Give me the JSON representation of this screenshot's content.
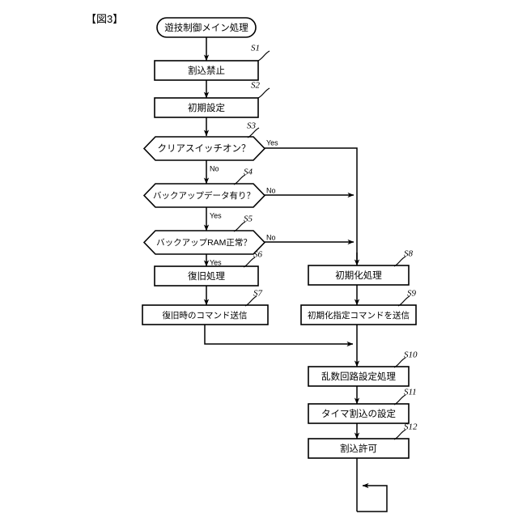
{
  "figure": {
    "label": "【図3】"
  },
  "flowchart": {
    "type": "flowchart",
    "start": {
      "id": "start",
      "shape": "terminator",
      "text": "遊技制御メイン処理"
    },
    "nodes": [
      {
        "id": "S1",
        "shape": "process",
        "step": "S1",
        "text": "割込禁止"
      },
      {
        "id": "S2",
        "shape": "process",
        "step": "S2",
        "text": "初期設定"
      },
      {
        "id": "S3",
        "shape": "decision",
        "step": "S3",
        "text": "クリアスイッチオン？",
        "yes": "Yes",
        "no": "No"
      },
      {
        "id": "S4",
        "shape": "decision",
        "step": "S4",
        "text": "バックアップデータ有り？",
        "yes": "Yes",
        "no": "No"
      },
      {
        "id": "S5",
        "shape": "decision",
        "step": "S5",
        "text": "バックアップRAM正常？",
        "yes": "Yes",
        "no": "No"
      },
      {
        "id": "S6",
        "shape": "process",
        "step": "S6",
        "text": "復旧処理"
      },
      {
        "id": "S7",
        "shape": "process",
        "step": "S7",
        "text": "復旧時のコマンド送信"
      },
      {
        "id": "S8",
        "shape": "process",
        "step": "S8",
        "text": "初期化処理"
      },
      {
        "id": "S9",
        "shape": "process",
        "step": "S9",
        "text": "初期化指定コマンドを送信"
      },
      {
        "id": "S10",
        "shape": "process",
        "step": "S10",
        "text": "乱数回路設定処理"
      },
      {
        "id": "S11",
        "shape": "process",
        "step": "S11",
        "text": "タイマ割込の設定"
      },
      {
        "id": "S12",
        "shape": "process",
        "step": "S12",
        "text": "割込許可"
      }
    ],
    "edges": [
      {
        "from": "start",
        "to": "S1",
        "label": ""
      },
      {
        "from": "S1",
        "to": "S2",
        "label": ""
      },
      {
        "from": "S2",
        "to": "S3",
        "label": ""
      },
      {
        "from": "S3",
        "to": "S4",
        "label": "No"
      },
      {
        "from": "S3",
        "to": "S8",
        "label": "Yes"
      },
      {
        "from": "S4",
        "to": "S5",
        "label": "Yes"
      },
      {
        "from": "S4",
        "to": "S8",
        "label": "No"
      },
      {
        "from": "S5",
        "to": "S6",
        "label": "Yes"
      },
      {
        "from": "S5",
        "to": "S8",
        "label": "No"
      },
      {
        "from": "S6",
        "to": "S7",
        "label": ""
      },
      {
        "from": "S7",
        "to": "S10",
        "label": ""
      },
      {
        "from": "S8",
        "to": "S9",
        "label": ""
      },
      {
        "from": "S9",
        "to": "S10",
        "label": ""
      },
      {
        "from": "S10",
        "to": "S11",
        "label": ""
      },
      {
        "from": "S11",
        "to": "S12",
        "label": ""
      },
      {
        "from": "S12",
        "to": "loop",
        "label": ""
      }
    ]
  },
  "colors": {
    "stroke": "#000000",
    "fill": "#ffffff",
    "background": "#ffffff"
  }
}
